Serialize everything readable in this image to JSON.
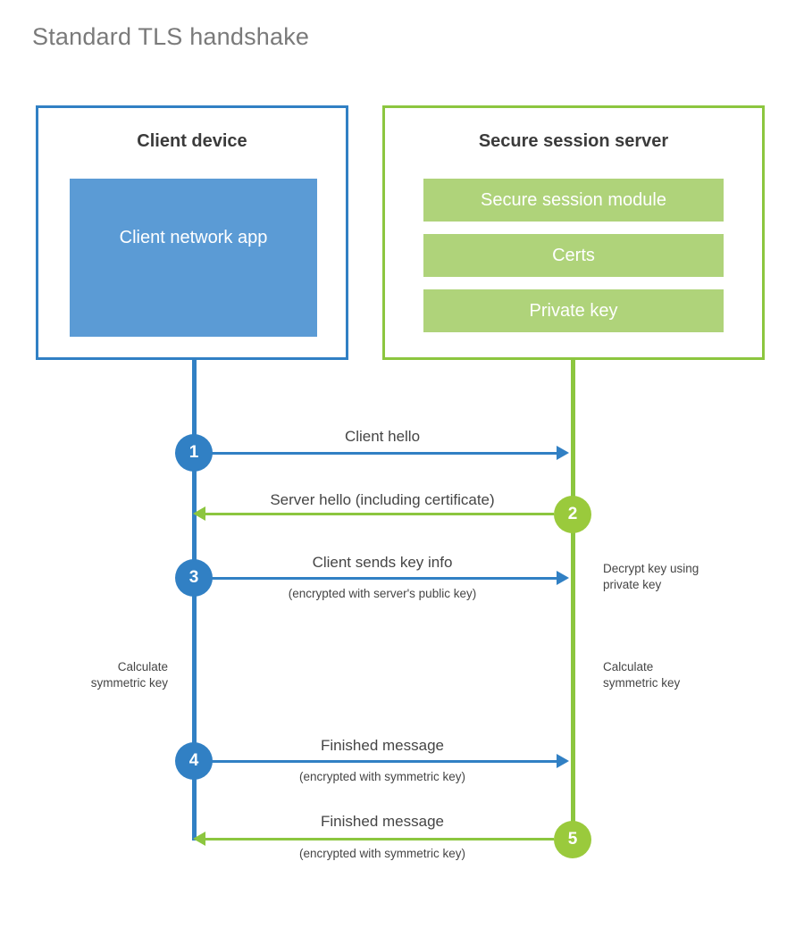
{
  "diagram": {
    "title": "Standard TLS handshake",
    "colors": {
      "client_blue": "#3180C4",
      "client_app_fill": "#5B9BD5",
      "server_green": "#8CC63F",
      "server_panel_fill": "#AFD37A",
      "step_green": "#9ACA3C",
      "text_dark": "#454545",
      "title_gray": "#7a7a7a",
      "background": "#ffffff"
    },
    "actors": [
      {
        "id": "client",
        "title": "Client device",
        "panels": [
          {
            "label": "Client network app"
          }
        ]
      },
      {
        "id": "server",
        "title": "Secure session server",
        "panels": [
          {
            "label": "Secure session module"
          },
          {
            "label": "Certs"
          },
          {
            "label": "Private key"
          }
        ]
      }
    ],
    "steps": [
      {
        "number": "1",
        "side": "client",
        "direction": "right",
        "label": "Client hello",
        "sublabel": ""
      },
      {
        "number": "2",
        "side": "server",
        "direction": "left",
        "label": "Server hello (including certificate)",
        "sublabel": ""
      },
      {
        "number": "3",
        "side": "client",
        "direction": "right",
        "label": "Client sends key info",
        "sublabel": "(encrypted with server's public key)"
      },
      {
        "number": "4",
        "side": "client",
        "direction": "right",
        "label": "Finished message",
        "sublabel": "(encrypted with symmetric key)"
      },
      {
        "number": "5",
        "side": "server",
        "direction": "left",
        "label": "Finished message",
        "sublabel": "(encrypted with symmetric key)"
      }
    ],
    "annotations": [
      {
        "id": "decrypt-note",
        "line1": "Decrypt key using",
        "line2": "private key"
      },
      {
        "id": "client-calc-note",
        "line1": "Calculate",
        "line2": "symmetric key"
      },
      {
        "id": "server-calc-note",
        "line1": "Calculate",
        "line2": "symmetric key"
      }
    ]
  }
}
